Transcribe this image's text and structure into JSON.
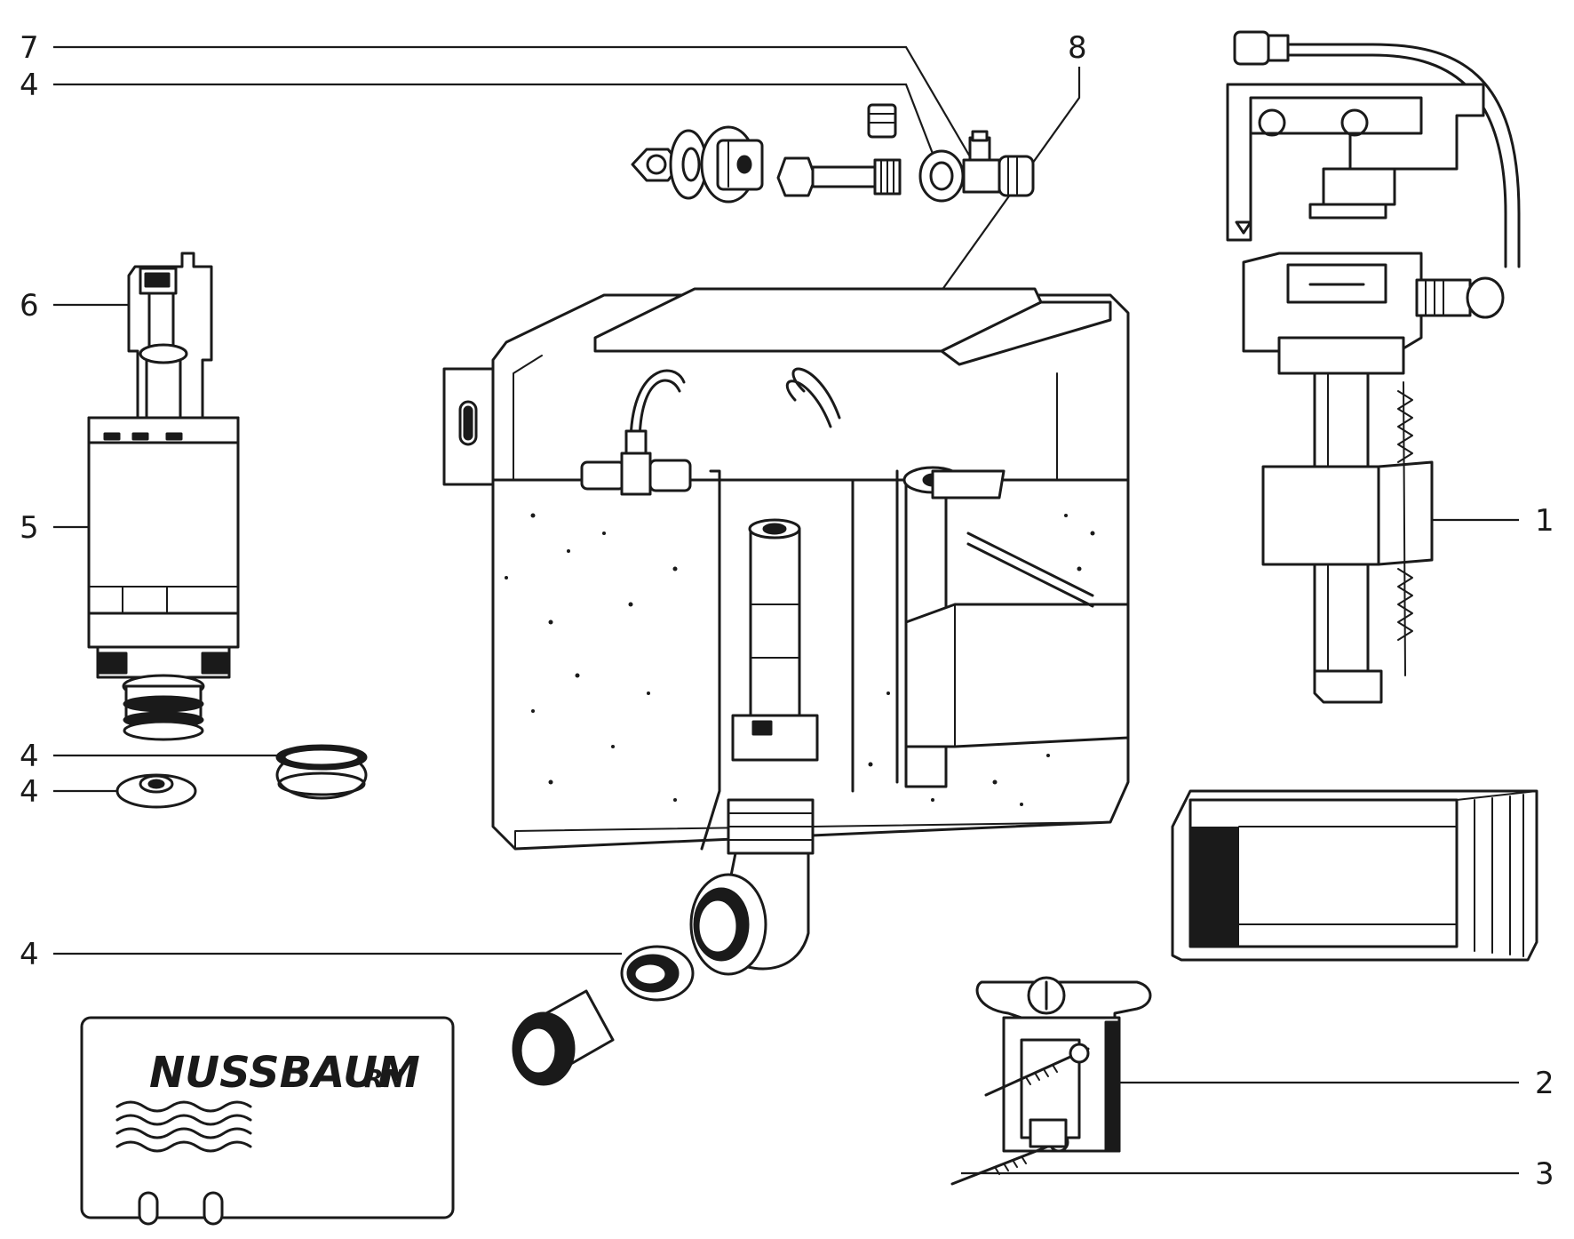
{
  "callouts": {
    "c7": "7",
    "c4_top": "4",
    "c8": "8",
    "c6": "6",
    "c5": "5",
    "c4_ring": "4",
    "c4_washer": "4",
    "c4_elbow": "4",
    "c1": "1",
    "c2": "2",
    "c3": "3"
  },
  "brand": {
    "name": "NUSSBAUM",
    "suffix": "RN"
  },
  "colors": {
    "ink": "#1a1a1a",
    "paper": "#ffffff",
    "shade": "#dcdcdc"
  }
}
